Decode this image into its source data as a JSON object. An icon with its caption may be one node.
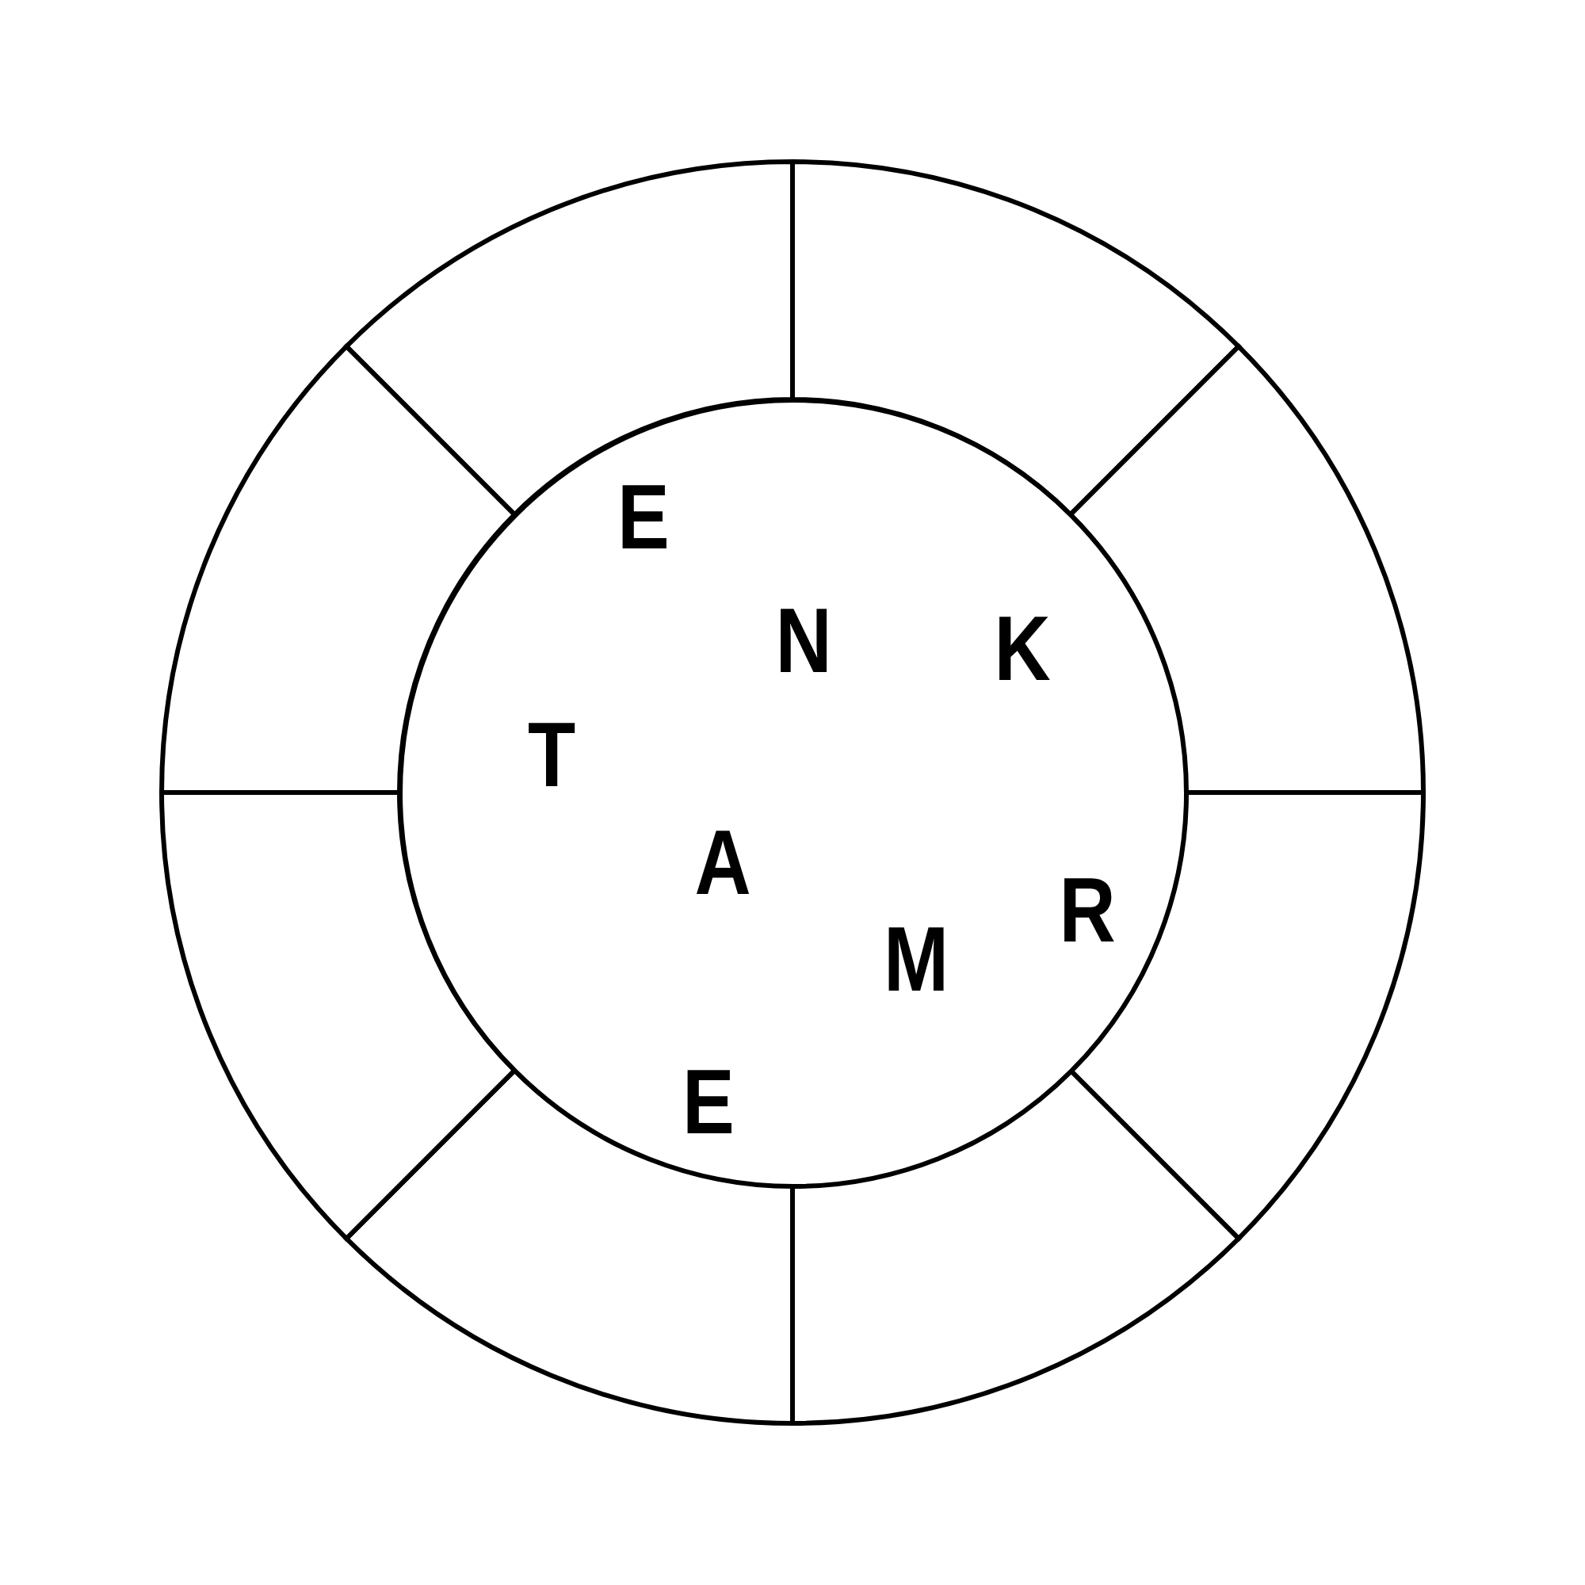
{
  "diagram": {
    "nodes": [
      {
        "text": [
          "E",
          "N",
          "K",
          "T",
          "A",
          "R",
          "M",
          "E"
        ]
      },
      {
        "text": [],
        "shape": "box"
      },
      {
        "text": [],
        "shape": "box"
      },
      {
        "text": [],
        "shape": "box"
      },
      {
        "text": [],
        "shape": "box"
      },
      {
        "text": [],
        "shape": "box"
      },
      {
        "text": [],
        "shape": "box"
      },
      {
        "text": [],
        "shape": "box"
      },
      {
        "text": [],
        "shape": "box"
      }
    ]
  }
}
